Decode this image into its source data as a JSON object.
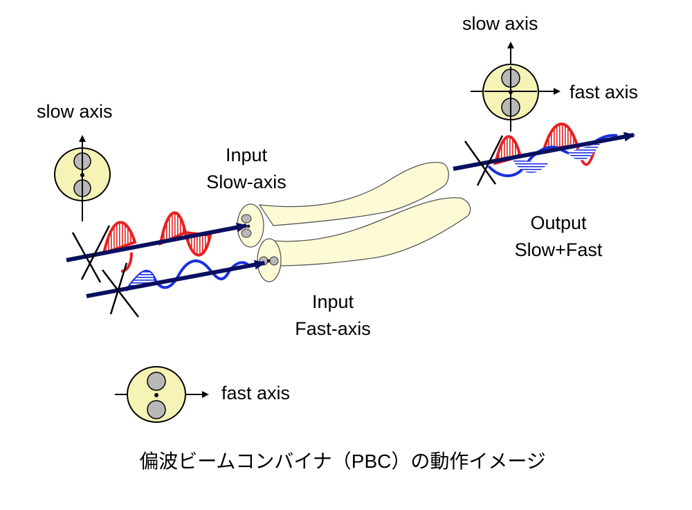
{
  "labels": {
    "slow_axis_left": "slow axis",
    "slow_axis_right": "slow axis",
    "fast_axis_right": "fast axis",
    "fast_axis_bottom": "fast axis",
    "input_slow_line1": "Input",
    "input_slow_line2": "Slow-axis",
    "input_fast_line1": "Input",
    "input_fast_line2": "Fast-axis",
    "output_line1": "Output",
    "output_line2": "Slow+Fast"
  },
  "caption": "偏波ビームコンバイナ（PBC）の動作イメージ",
  "colors": {
    "beam": "#0a1060",
    "slow_wave": "#e82020",
    "fast_wave": "#1a2fe0",
    "fiber_fill": "#fdfbd5",
    "mode_circle_fill": "#f5f3b5",
    "lobe_fill": "#b8b8b8"
  }
}
